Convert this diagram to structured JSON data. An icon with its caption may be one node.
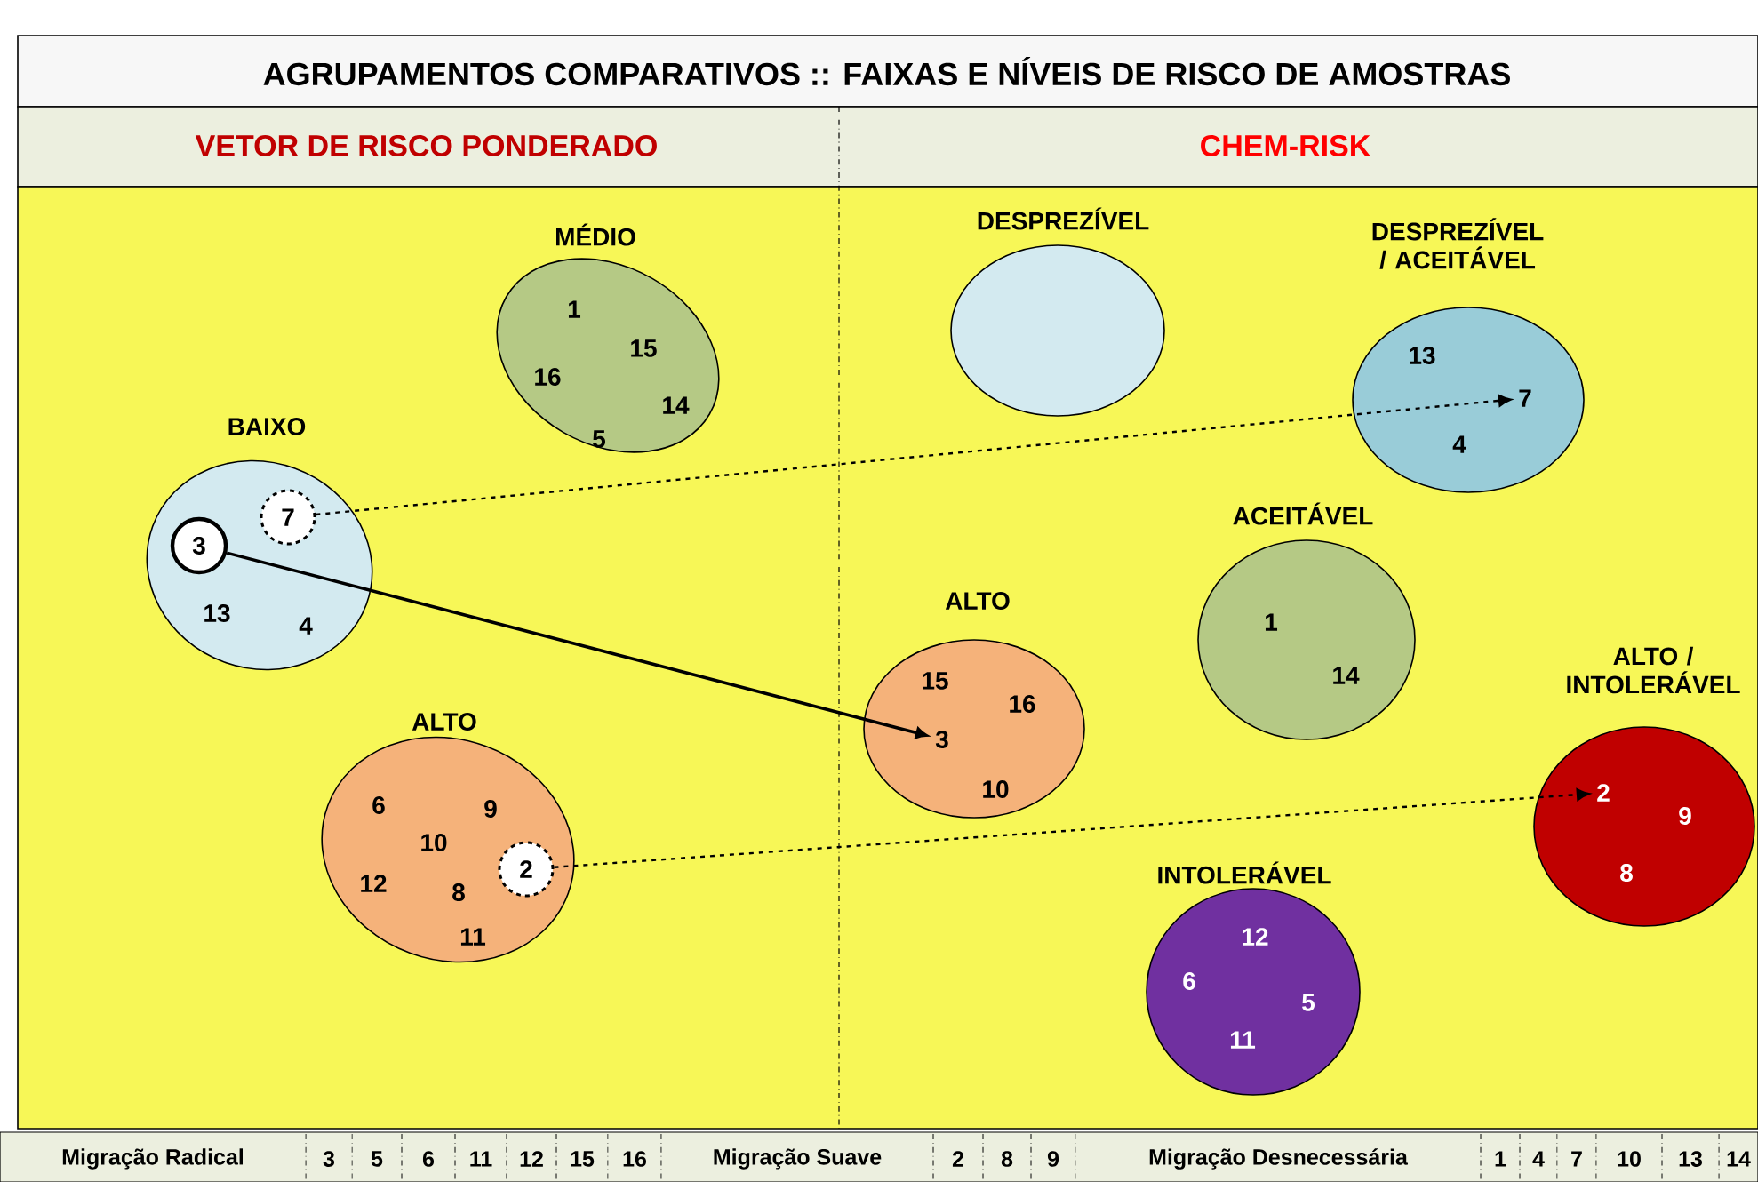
{
  "diagram": {
    "title": "AGRUPAMENTOS COMPARATIVOS :: FAIXAS E NÍVEIS DE RISCO DE AMOSTRAS",
    "nodes": [
      {
        "text": [
          "BAIXO",
          "13",
          "4"
        ]
      },
      {
        "text": [
          "3"
        ],
        "in": 0
      },
      {
        "text": [
          "7"
        ],
        "in": 0
      },
      {
        "text": [
          "MÉDIO",
          "1",
          "15",
          "16",
          "14",
          "5"
        ]
      },
      {
        "text": [
          "ALTO",
          "6",
          "9",
          "10",
          "12",
          "8",
          "11"
        ]
      },
      {
        "text": [
          "2"
        ],
        "in": 4
      },
      {
        "text": [
          "DESPREZÍVEL"
        ]
      },
      {
        "text": [
          "DESPREZÍVEL / ACEITÁVEL",
          "13",
          "4"
        ]
      },
      {
        "text": [
          "7"
        ],
        "in": 7
      },
      {
        "text": [
          "ACEITÁVEL",
          "1",
          "14"
        ]
      },
      {
        "text": [
          "ALTO",
          "15",
          "16",
          "10"
        ]
      },
      {
        "text": [
          "3"
        ],
        "in": 10
      },
      {
        "text": [
          "ALTO / INTOLERÁVEL",
          "9",
          "8"
        ]
      },
      {
        "text": [
          "2"
        ],
        "in": 12
      },
      {
        "text": [
          "INTOLERÁVEL",
          "12",
          "6",
          "5",
          "11"
        ]
      }
    ],
    "edges": [
      {
        "from": 1,
        "to": 11,
        "arrow": "to"
      },
      {
        "from": 2,
        "to": 8,
        "arrow": "to",
        "style": "dashed"
      },
      {
        "from": 5,
        "to": 13,
        "arrow": "to",
        "style": "dashed"
      }
    ],
    "labels": [
      "VETOR DE RISCO PONDERADO",
      "CHEM-RISK",
      "Migração Radical",
      "3",
      "5",
      "6",
      "11",
      "12",
      "15",
      "16",
      "Migração Suave",
      "2",
      "8",
      "9",
      "Migração Desnecessária",
      "1",
      "4",
      "7",
      "10",
      "13",
      "14"
    ]
  }
}
